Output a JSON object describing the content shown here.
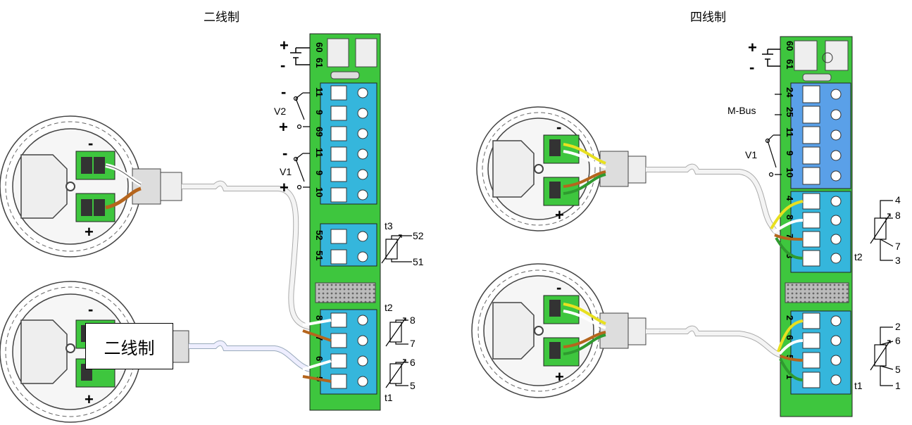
{
  "titles": {
    "left": "二线制",
    "right": "四线制"
  },
  "overlay_label": "二线制",
  "left_board": {
    "power": {
      "terms": [
        "60",
        "61"
      ],
      "plus": "+",
      "minus": "-"
    },
    "v2": {
      "label": "V2",
      "terms": [
        "11",
        "9",
        "69"
      ],
      "minus": "-",
      "plus": "+"
    },
    "v1": {
      "label": "V1",
      "terms": [
        "11",
        "9",
        "10"
      ],
      "minus": "-",
      "plus": "+"
    },
    "t3": {
      "label": "t3",
      "terms": [
        "52",
        "51"
      ],
      "wires": [
        "52",
        "51"
      ]
    },
    "t2": {
      "label": "t2",
      "terms": [
        "8",
        "7"
      ],
      "wires": [
        "8",
        "7"
      ]
    },
    "t1": {
      "label": "t1",
      "terms": [
        "6",
        "5"
      ],
      "wires": [
        "6",
        "5"
      ]
    }
  },
  "left_sensor": {
    "minus": "-",
    "plus": "+"
  },
  "right_board": {
    "power": {
      "terms": [
        "60",
        "61"
      ],
      "plus": "+",
      "minus": "-"
    },
    "mbus": {
      "label": "M-Bus",
      "terms": [
        "24",
        "25"
      ]
    },
    "v1": {
      "label": "V1",
      "terms": [
        "11",
        "9",
        "10"
      ]
    },
    "t2": {
      "label": "t2",
      "terms": [
        "4",
        "8",
        "7",
        "3"
      ],
      "wires": [
        "4",
        "8",
        "7",
        "3"
      ]
    },
    "t1": {
      "label": "t1",
      "terms": [
        "2",
        "6",
        "5",
        "1"
      ],
      "wires": [
        "2",
        "6",
        "5",
        "1"
      ]
    }
  },
  "right_sensor": {
    "minus": "-",
    "plus": "+"
  },
  "colors": {
    "board": "#3ec63e",
    "block": "#35b6dc",
    "wire_brown": "#b5651d",
    "wire_yellow": "#e8e020",
    "wire_green": "#2f9a2f"
  }
}
